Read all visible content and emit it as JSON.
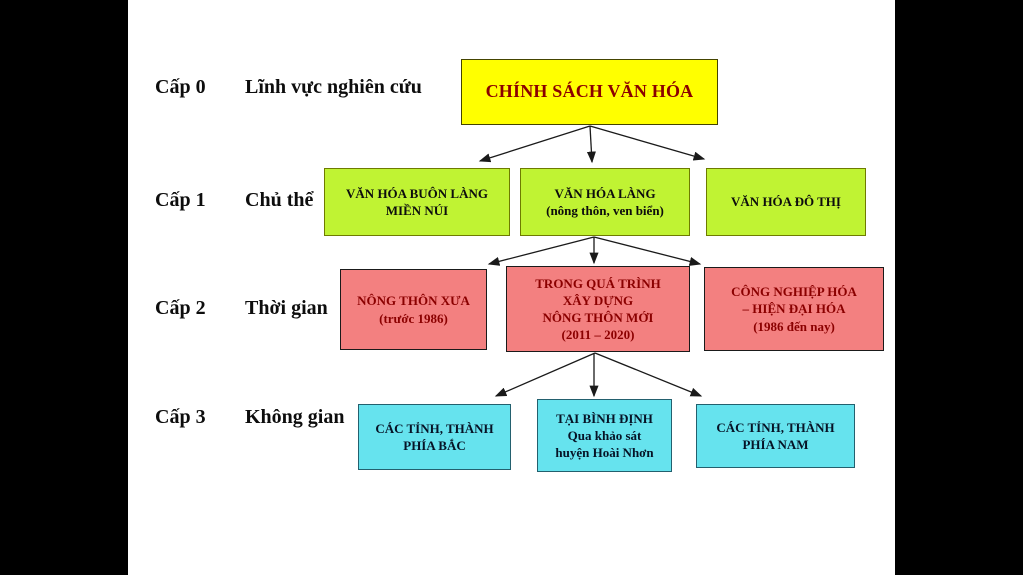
{
  "colors": {
    "background": "#000000",
    "slide": "#ffffff",
    "root_fill": "#ffff00",
    "root_text": "#8b0000",
    "level1_fill": "#c0f333",
    "level2_fill": "#f38080",
    "level2_text": "#8b0000",
    "level3_fill": "#66e3ee",
    "arrow": "#1a1a1a"
  },
  "rows": [
    {
      "level": "Cấp 0",
      "dimension": "Lĩnh vực nghiên cứu"
    },
    {
      "level": "Cấp 1",
      "dimension": "Chủ thể"
    },
    {
      "level": "Cấp 2",
      "dimension": "Thời gian"
    },
    {
      "level": "Cấp 3",
      "dimension": "Không gian"
    }
  ],
  "nodes": {
    "root": {
      "lines": [
        "CHÍNH SÁCH VĂN HÓA"
      ]
    },
    "level1": [
      {
        "lines": [
          "VĂN HÓA BUÔN LÀNG",
          "MIỀN NÚI"
        ]
      },
      {
        "lines": [
          "VĂN HÓA LÀNG",
          "(nông thôn, ven biển)"
        ]
      },
      {
        "lines": [
          "VĂN HÓA ĐÔ THỊ"
        ]
      }
    ],
    "level2": [
      {
        "lines": [
          "NÔNG THÔN XƯA",
          "(trước 1986)"
        ]
      },
      {
        "lines": [
          "TRONG QUÁ TRÌNH",
          "XÂY DỰNG",
          "NÔNG THÔN MỚI",
          "(2011 – 2020)"
        ]
      },
      {
        "lines": [
          "CÔNG NGHIỆP HÓA",
          "– HIỆN ĐẠI HÓA",
          "(1986 đến nay)"
        ]
      }
    ],
    "level3": [
      {
        "lines": [
          "CÁC TỈNH, THÀNH",
          "PHÍA BẮC"
        ]
      },
      {
        "lines": [
          "TẠI BÌNH ĐỊNH",
          "Qua khảo sát",
          "huyện Hoài Nhơn"
        ]
      },
      {
        "lines": [
          "CÁC TỈNH, THÀNH",
          "PHÍA NAM"
        ]
      }
    ]
  }
}
